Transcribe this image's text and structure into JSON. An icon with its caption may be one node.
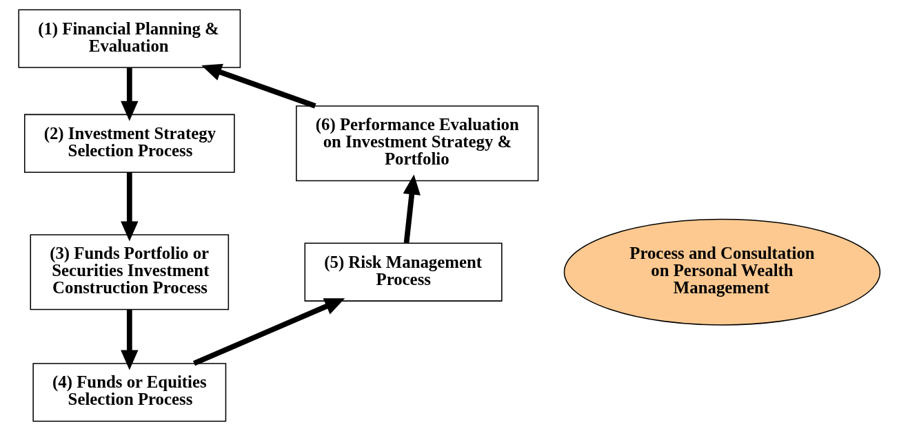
{
  "diagram": {
    "nodes": [
      {
        "text": [
          "(1) Financial Planning & Evaluation"
        ]
      },
      {
        "text": [
          "(2) Investment Strategy Selection Process"
        ]
      },
      {
        "text": [
          "(3) Funds Portfolio or Securities Investment Construction Process"
        ]
      },
      {
        "text": [
          "(4) Funds or Equities Selection Process"
        ]
      },
      {
        "text": [
          "(5) Risk Management Process"
        ]
      },
      {
        "text": [
          "(6) Performance Evaluation on Investment Strategy & Portfolio"
        ]
      },
      {
        "text": [
          "Process and Consultation on Personal Wealth Management"
        ]
      }
    ],
    "edges": [
      {
        "from": 0,
        "to": 1,
        "arrow": "to"
      },
      {
        "from": 1,
        "to": 2,
        "arrow": "to"
      },
      {
        "from": 2,
        "to": 3,
        "arrow": "to"
      },
      {
        "from": 3,
        "to": 4,
        "arrow": "to"
      },
      {
        "from": 4,
        "to": 5,
        "arrow": "to"
      },
      {
        "from": 5,
        "to": 0,
        "arrow": "to"
      }
    ]
  }
}
